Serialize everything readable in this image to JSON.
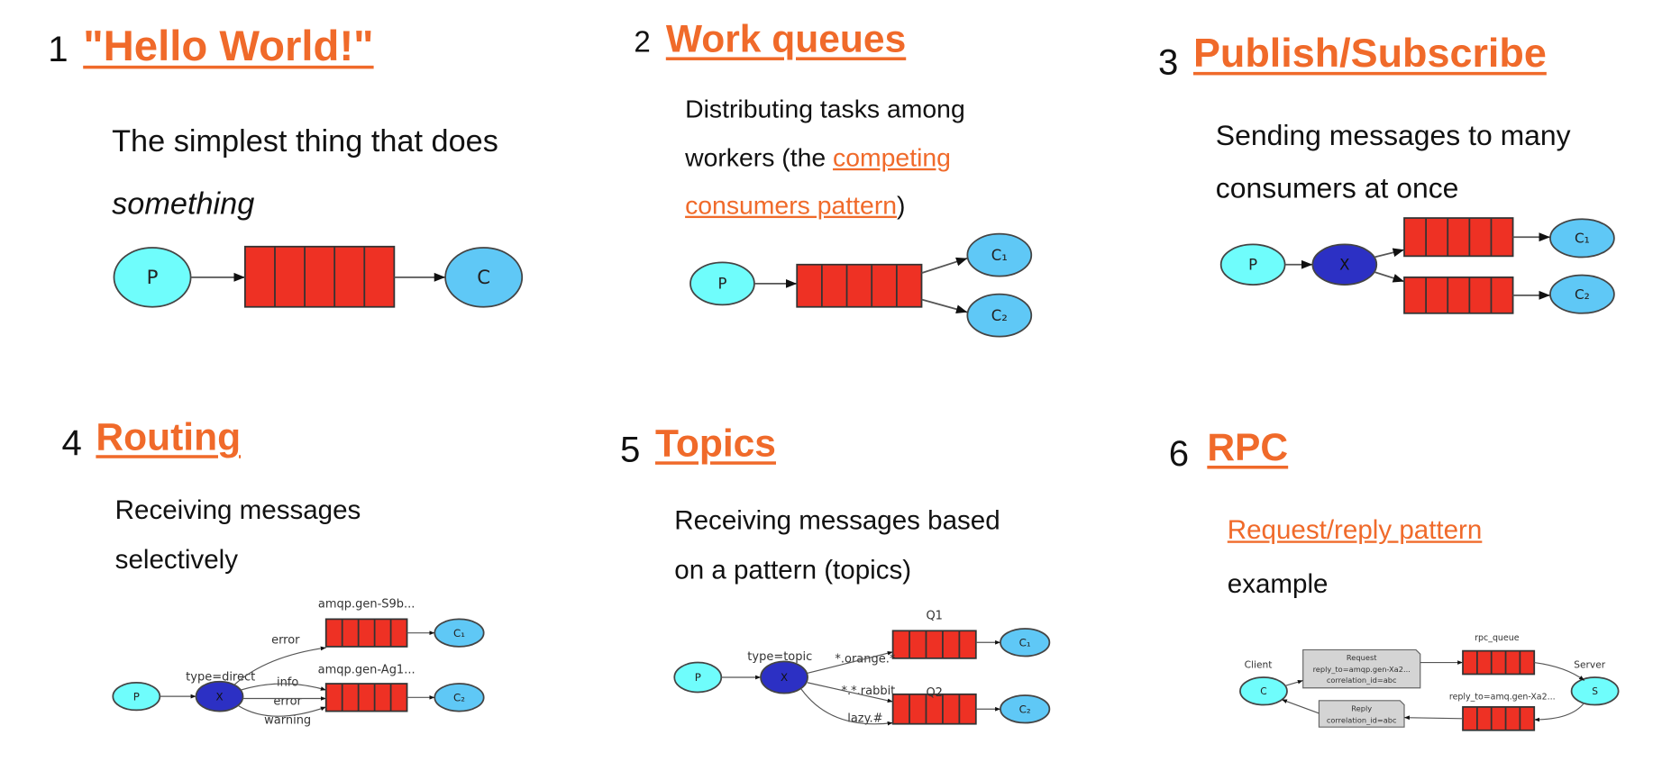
{
  "colors": {
    "accent": "#f06a2a",
    "producer": "#6ffdfc",
    "consumer": "#5fc8f6",
    "exchange": "#2c30c4",
    "queue": "#ee3124",
    "message_box": "#d4d4d4"
  },
  "tutorials": [
    {
      "number": "1",
      "title": "\"Hello World!\"",
      "desc_line1": "The simplest thing that does",
      "desc_line2": "something",
      "diagram": {
        "producer": "P",
        "consumer": "C"
      }
    },
    {
      "number": "2",
      "title": "Work queues",
      "desc_line1": "Distributing tasks among",
      "desc_line2_prefix": "workers (the ",
      "desc_link_part1": "competing",
      "desc_link_part2": "consumers pattern",
      "desc_suffix": ")",
      "diagram": {
        "producer": "P",
        "consumer1": "C₁",
        "consumer2": "C₂"
      }
    },
    {
      "number": "3",
      "title": "Publish/Subscribe",
      "desc_line1": "Sending messages to many",
      "desc_line2": "consumers at once",
      "diagram": {
        "producer": "P",
        "exchange": "X",
        "consumer1": "C₁",
        "consumer2": "C₂"
      }
    },
    {
      "number": "4",
      "title": "Routing",
      "desc_line1": "Receiving messages",
      "desc_line2": "selectively",
      "diagram": {
        "producer": "P",
        "exchange": "X",
        "exchange_type": "type=direct",
        "queue1": "amqp.gen-S9b...",
        "queue2": "amqp.gen-Ag1...",
        "binding1": "error",
        "binding2": "info",
        "binding3": "error",
        "binding4": "warning",
        "consumer1": "C₁",
        "consumer2": "C₂"
      }
    },
    {
      "number": "5",
      "title": "Topics",
      "desc_line1": "Receiving messages based",
      "desc_line2": "on a pattern (topics)",
      "diagram": {
        "producer": "P",
        "exchange": "X",
        "exchange_type": "type=topic",
        "queue1": "Q1",
        "queue2": "Q2",
        "binding1": "*.orange.*",
        "binding2": "*.*.rabbit",
        "binding3": "lazy.#",
        "consumer1": "C₁",
        "consumer2": "C₂"
      }
    },
    {
      "number": "6",
      "title": "RPC",
      "desc_link": "Request/reply pattern",
      "desc_line2": "example",
      "diagram": {
        "client_label": "Client",
        "client": "C",
        "server_label": "Server",
        "server": "S",
        "request_line1": "Request",
        "request_line2": "reply_to=amqp.gen-Xa2...",
        "request_line3": "correlation_id=abc",
        "queue1": "rpc_queue",
        "queue2": "reply_to=amq.gen-Xa2...",
        "reply_line1": "Reply",
        "reply_line2": "correlation_id=abc"
      }
    }
  ]
}
